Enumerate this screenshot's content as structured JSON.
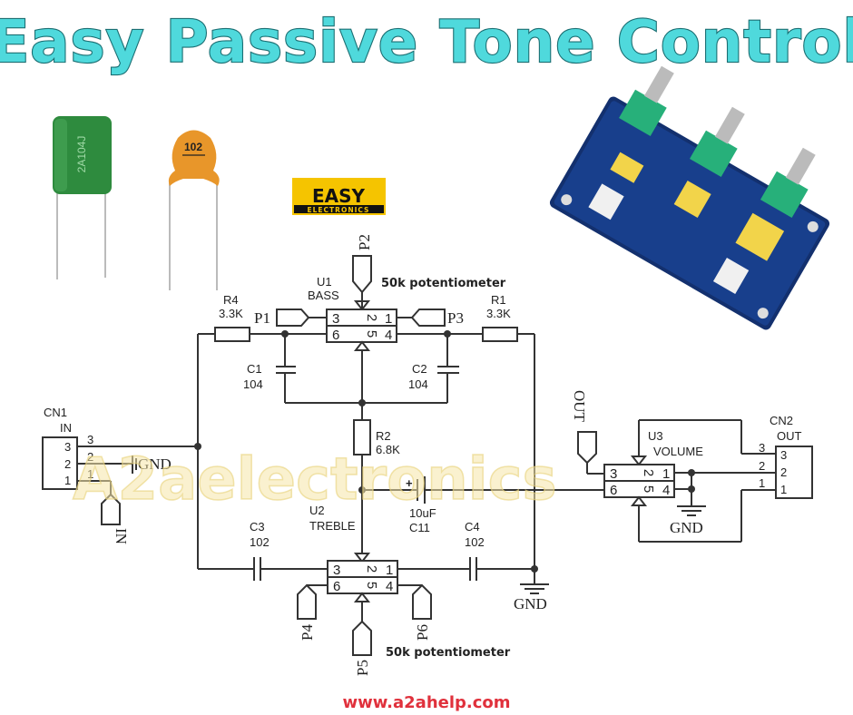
{
  "title": "Easy Passive Tone Control",
  "logo": {
    "top": "EASY",
    "bottom": "ELECTRONICS",
    "bg_color": "#f5c400"
  },
  "watermark": "A2aelectronics",
  "footer_url": "www.a2ahelp.com",
  "colors": {
    "title_fill": "#4fd9dc",
    "title_stroke": "#1b6e72",
    "url": "#e0313c"
  },
  "photos": {
    "film_capacitor": {
      "marking": "2A104J",
      "color": "#2e8b3e"
    },
    "ceramic_capacitor": {
      "marking": "102",
      "color": "#e8962a"
    },
    "pcb_module": {
      "description": "tone control board with 3 potentiometers"
    }
  },
  "schematic": {
    "u1": {
      "ref": "U1",
      "name": "BASS",
      "pins_top": [
        "3",
        "2",
        "1"
      ],
      "pins_bottom": [
        "6",
        "5",
        "4"
      ],
      "note": "50k potentiometer"
    },
    "u2": {
      "ref": "U2",
      "name": "TREBLE",
      "pins_top": [
        "3",
        "2",
        "1"
      ],
      "pins_bottom": [
        "6",
        "5",
        "4"
      ],
      "note": "50k potentiometer"
    },
    "u3": {
      "ref": "U3",
      "name": "VOLUME",
      "pins_top": [
        "3",
        "2",
        "1"
      ],
      "pins_bottom": [
        "6",
        "5",
        "4"
      ]
    },
    "r4": {
      "ref": "R4",
      "value": "3.3K"
    },
    "r1": {
      "ref": "R1",
      "value": "3.3K"
    },
    "r2": {
      "ref": "R2",
      "value": "6.8K"
    },
    "c1": {
      "ref": "C1",
      "value": "104"
    },
    "c2": {
      "ref": "C2",
      "value": "104"
    },
    "c3": {
      "ref": "C3",
      "value": "102"
    },
    "c4": {
      "ref": "C4",
      "value": "102"
    },
    "c11": {
      "ref": "C11",
      "value": "10uF",
      "polarity": "+"
    },
    "cn1": {
      "ref": "CN1",
      "name": "IN",
      "pins": [
        "3",
        "2",
        "1"
      ]
    },
    "cn2": {
      "ref": "CN2",
      "name": "OUT",
      "pins": [
        "3",
        "2",
        "1"
      ]
    },
    "ports": {
      "p1": "P1",
      "p2": "P2",
      "p3": "P3",
      "p4": "P4",
      "p5": "P5",
      "p6": "P6",
      "in": "IN",
      "out": "OUT"
    },
    "gnd": "GND"
  }
}
